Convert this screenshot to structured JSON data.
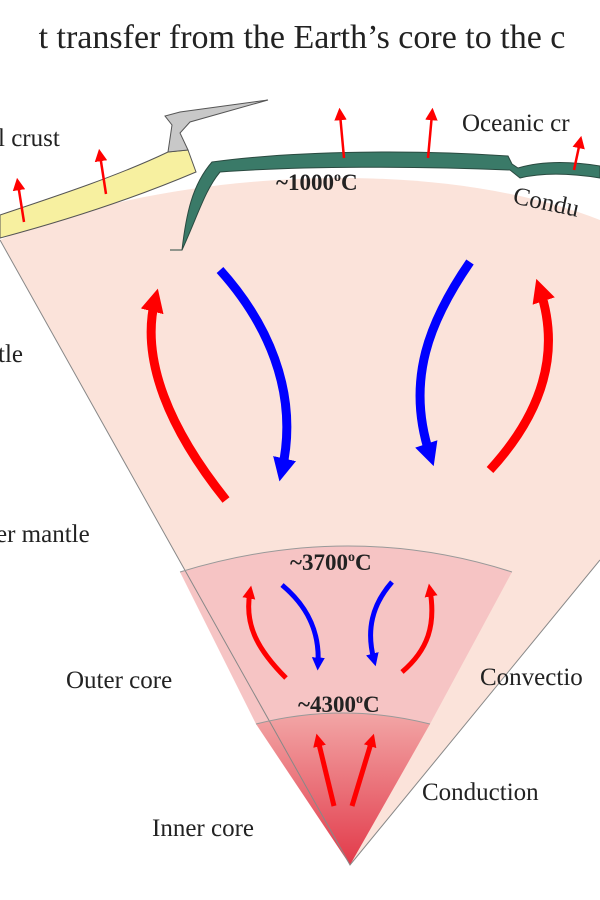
{
  "title": "t transfer from the Earth’s core to the c",
  "colors": {
    "continental_crust": "#f7f0a0",
    "oceanic_crust": "#3a7a68",
    "mantle": "#fbe3da",
    "outer_core": "#f6c4c4",
    "inner_core_top": "#f2a6a6",
    "inner_core_bottom": "#e23a4a",
    "hot_arrow": "#ff0000",
    "cold_arrow": "#0000ff"
  },
  "labels": {
    "continental_crust": "l crust",
    "oceanic_crust": "Oceanic cr",
    "conduction_crust": "Condu",
    "upper_mantle": "tle",
    "lower_mantle": "er mantle",
    "outer_core": "Outer core",
    "convection": "Convectio",
    "inner_core": "Inner core",
    "conduction_core": "Conduction"
  },
  "temperatures": {
    "lithosphere": "~1000",
    "core_mantle_boundary": "~3700",
    "inner_core_boundary": "~4300",
    "degree": "o",
    "unit": "C"
  },
  "icons": {
    "hot": "hot-convection-arrow-icon",
    "cold": "cold-convection-arrow-icon",
    "heat": "heat-flow-arrow-icon"
  }
}
